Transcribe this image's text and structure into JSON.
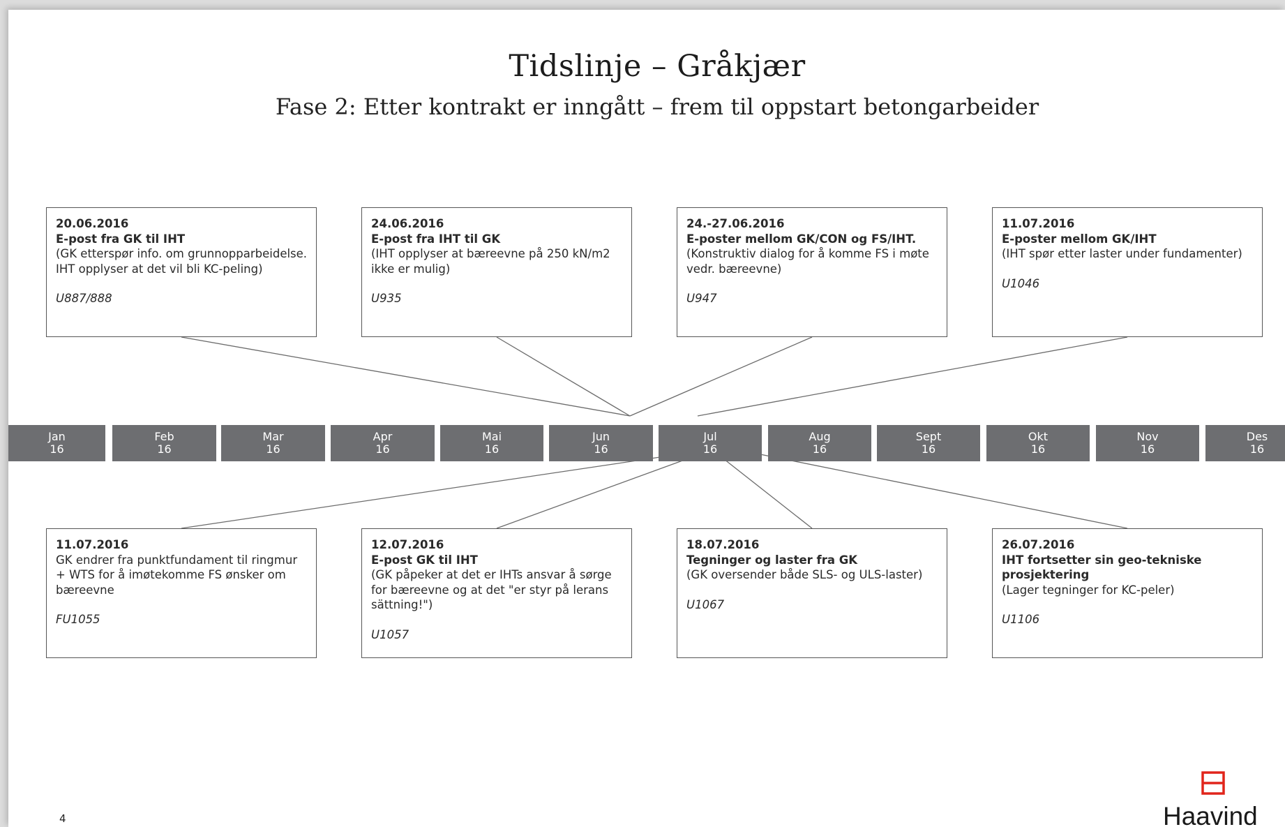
{
  "title": "Tidslinje – Gråkjær",
  "subtitle": "Fase 2:  Etter kontrakt er inngått – frem til oppstart betongarbeider",
  "timeline": {
    "months": [
      {
        "label": "Jan",
        "year": "16"
      },
      {
        "label": "Feb",
        "year": "16"
      },
      {
        "label": "Mar",
        "year": "16"
      },
      {
        "label": "Apr",
        "year": "16"
      },
      {
        "label": "Mai",
        "year": "16"
      },
      {
        "label": "Jun",
        "year": "16"
      },
      {
        "label": "Jul",
        "year": "16"
      },
      {
        "label": "Aug",
        "year": "16"
      },
      {
        "label": "Sept",
        "year": "16"
      },
      {
        "label": "Okt",
        "year": "16"
      },
      {
        "label": "Nov",
        "year": "16"
      },
      {
        "label": "Des",
        "year": "16"
      }
    ]
  },
  "events_top": [
    {
      "date": "20.06.2016",
      "heading": "E-post fra GK til IHT",
      "detail": "(GK etterspør info. om grunnopparbeidelse.\nIHT opplyser at det vil bli KC-peling)",
      "ref": "U887/888"
    },
    {
      "date": "24.06.2016",
      "heading": "E-post fra IHT til GK",
      "detail": "(IHT opplyser at bæreevne på 250 kN/m2\nikke er mulig)",
      "ref": "U935"
    },
    {
      "date": "24.-27.06.2016",
      "heading": "E-poster mellom GK/CON og FS/IHT.",
      "detail": "(Konstruktiv dialog for å komme FS i møte\nvedr. bæreevne)",
      "ref": "U947"
    },
    {
      "date": "11.07.2016",
      "heading": "E-poster mellom GK/IHT",
      "detail": "(IHT spør etter laster under fundamenter)",
      "ref": "U1046"
    }
  ],
  "events_bottom": [
    {
      "date": "11.07.2016",
      "heading": "",
      "detail": "GK endrer fra punktfundament til ringmur\n+ WTS for å imøtekomme FS ønsker om\nbæreevne",
      "ref": "FU1055"
    },
    {
      "date": "12.07.2016",
      "heading": "E-post GK til IHT",
      "detail": "(GK påpeker at det er IHTs ansvar å sørge\nfor bæreevne og at det \"er styr på lerans\nsättning!\")",
      "ref": "U1057"
    },
    {
      "date": "18.07.2016",
      "heading": "Tegninger og laster fra GK",
      "detail": "(GK oversender både SLS- og ULS-laster)",
      "ref": "U1067"
    },
    {
      "date": "26.07.2016",
      "heading": "IHT fortsetter sin geo-tekniske prosjektering",
      "detail": "(Lager tegninger for KC-peler)",
      "ref": "U1106"
    }
  ],
  "footer": {
    "page_number": "4",
    "logo_text": "Haavind"
  },
  "colors": {
    "month_bar": "#6d6e71",
    "logo_red": "#e1251b",
    "connector": "#6b6b6b"
  }
}
